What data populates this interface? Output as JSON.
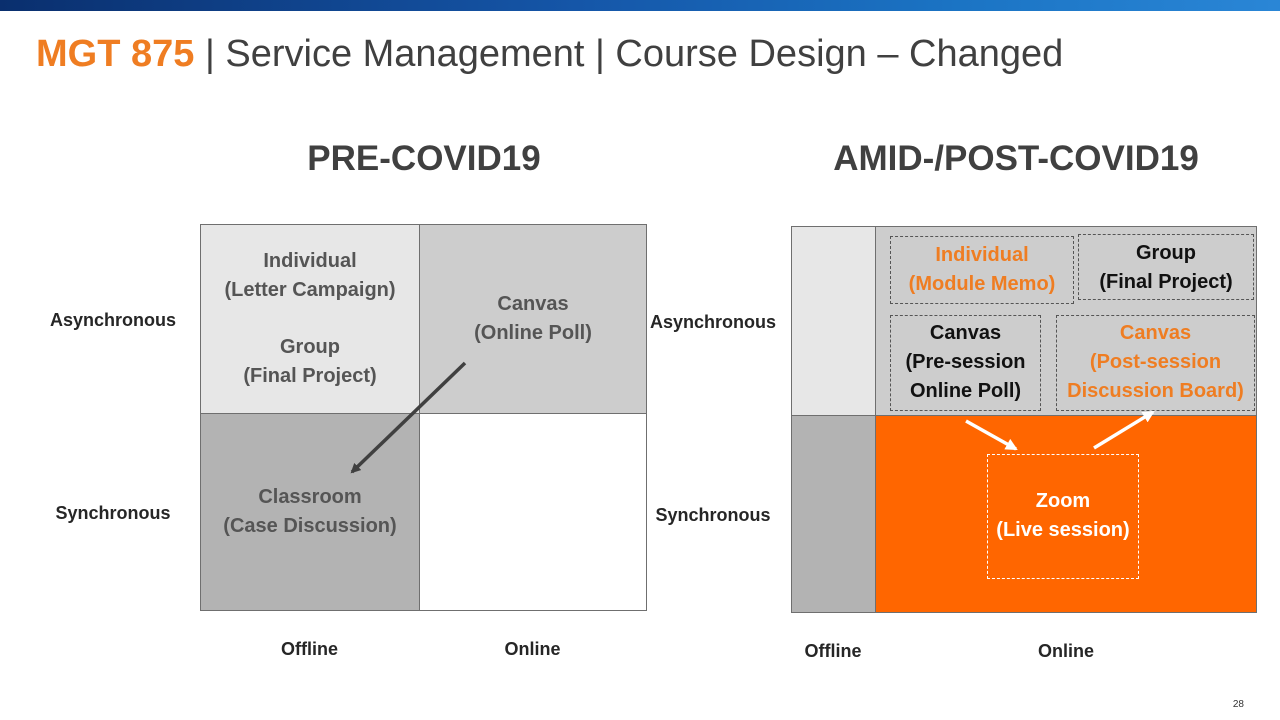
{
  "title": {
    "course_code": "MGT 875",
    "rest": " | Service Management | Course Design – Changed"
  },
  "left_panel": {
    "heading": "PRE-COVID19",
    "y_labels": {
      "top": "Asynchronous",
      "bottom": "Synchronous"
    },
    "x_labels": {
      "left": "Offline",
      "right": "Online"
    },
    "cells": {
      "top_left": {
        "line1": "Individual",
        "line2": "(Letter Campaign)",
        "line3": "Group",
        "line4": "(Final Project)"
      },
      "top_right": {
        "line1": "Canvas",
        "line2": "(Online Poll)"
      },
      "bottom_left": {
        "line1": "Classroom",
        "line2": "(Case Discussion)"
      }
    }
  },
  "right_panel": {
    "heading": "AMID-/POST-COVID19",
    "y_labels": {
      "top": "Asynchronous",
      "bottom": "Synchronous"
    },
    "x_labels": {
      "left": "Offline",
      "right": "Online"
    },
    "boxes": {
      "individual": {
        "line1": "Individual",
        "line2": "(Module Memo)"
      },
      "group": {
        "line1": "Group",
        "line2": "(Final Project)"
      },
      "canvas_pre": {
        "line1": "Canvas",
        "line2": "(Pre-session",
        "line3": "Online Poll)"
      },
      "canvas_post": {
        "line1": "Canvas",
        "line2": "(Post-session",
        "line3": "Discussion Board)"
      },
      "zoom": {
        "line1": "Zoom",
        "line2": "(Live session)"
      }
    }
  },
  "colors": {
    "accent_orange": "#ff6600",
    "title_orange": "#ef7d22",
    "light_gray": "#e7e7e7",
    "mid_gray": "#cdcdcd",
    "dark_gray": "#b3b3b3",
    "header_blue": "#1556a8"
  },
  "page_number": "28"
}
